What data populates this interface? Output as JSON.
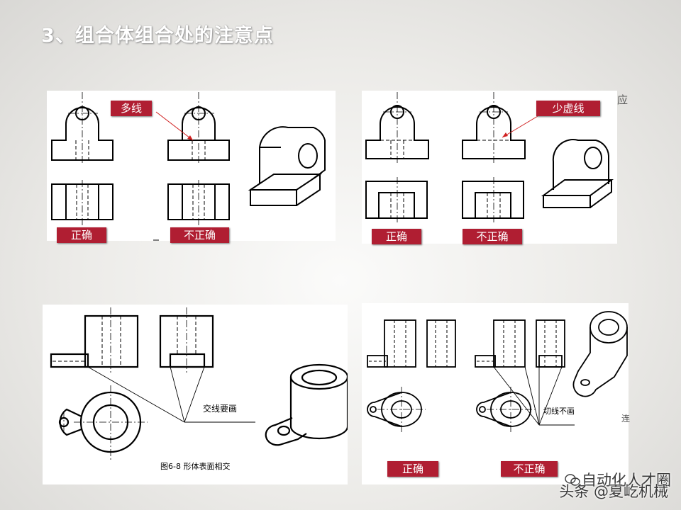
{
  "title": "3、组合体组合处的注意点",
  "panels": {
    "p1": {
      "label_extra": "多线",
      "label_correct": "正确",
      "label_wrong": "不正确"
    },
    "p2": {
      "label_missing": "少虚线",
      "label_correct": "正确",
      "label_wrong": "不正确",
      "side_char": "应"
    },
    "p3": {
      "note": "交线要画",
      "caption": "图6-8  形体表面相交"
    },
    "p4": {
      "note": "切线不画",
      "label_correct": "正确",
      "label_wrong": "不正确",
      "side_char": "连"
    }
  },
  "watermark": {
    "line1": "自动化人才圈",
    "line2": "头条 @夏屹机械"
  },
  "colors": {
    "tag_bg": "#b01e32",
    "arrow": "#d02020"
  },
  "icons": [
    "wechat-icon"
  ]
}
